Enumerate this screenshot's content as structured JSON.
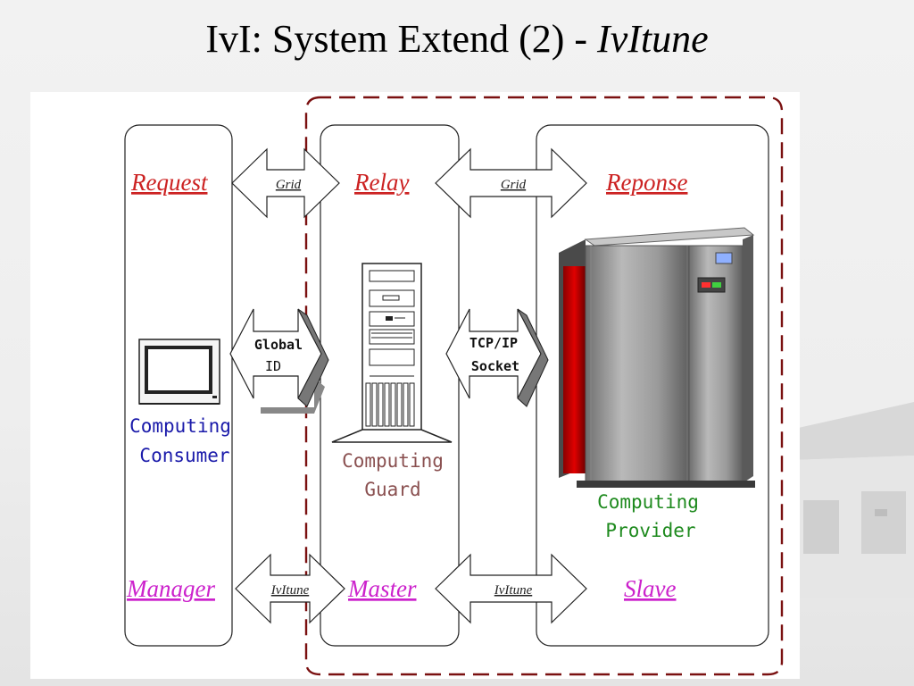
{
  "slide": {
    "title_main": "IvI: System Extend (2)  - ",
    "title_italic": "IvItune"
  },
  "diagram": {
    "role_labels": {
      "request": "Request",
      "relay": "Relay",
      "reponse": "Reponse",
      "manager": "Manager",
      "master": "Master",
      "slave": "Slave"
    },
    "arrows": {
      "grid_left": "Grid",
      "grid_right": "Grid",
      "global_line1": "Global",
      "global_line2": "ID",
      "tcp_line1": "TCP/IP",
      "tcp_line2": "Socket",
      "ivitune_left": "IvItune",
      "ivitune_right": "IvItune"
    },
    "nodes": {
      "consumer_line1": "Computing",
      "consumer_line2": "Consumer",
      "guard_line1": "Computing",
      "guard_line2": "Guard",
      "provider_line1": "Computing",
      "provider_line2": "Provider"
    },
    "colors": {
      "request_red": "#cc2222",
      "magenta": "#cc22cc",
      "consumer_blue": "#1a1aaa",
      "guard_brown": "#8a5050",
      "provider_green": "#1e8a1e",
      "dashed_border": "#7a1010"
    }
  }
}
